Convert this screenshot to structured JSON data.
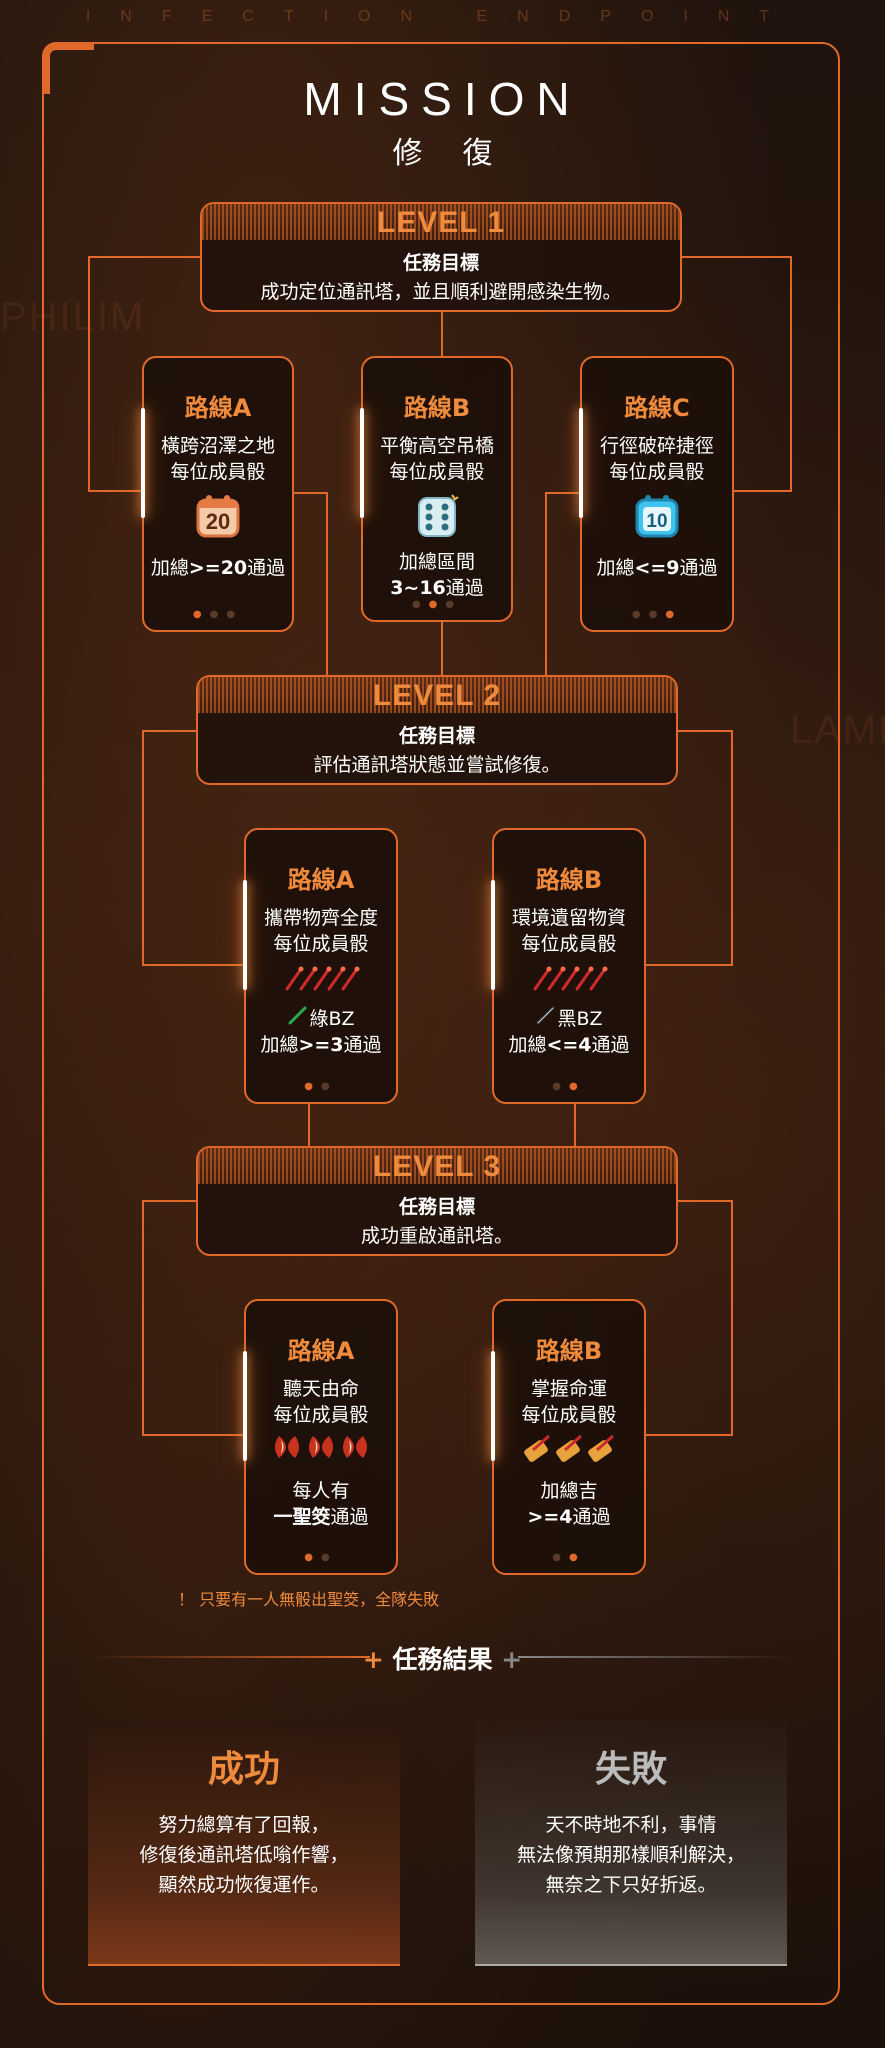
{
  "header": {
    "strip": "INFECTION ENDPOINT",
    "title": "MISSION",
    "subtitle": "修復",
    "bg_text_left": "PHILIM",
    "bg_text_right": "LAMBD"
  },
  "levels": [
    {
      "label": "LEVEL 1",
      "objective_heading": "任務目標",
      "objective": "成功定位通訊塔，並且順利避開感染生物。",
      "routes": [
        {
          "title": "路線A",
          "line1": "橫跨沼澤之地",
          "line2": "每位成員骰",
          "icon": "d20-dice-icon",
          "icon_text": "20",
          "sum_prefix": "加總",
          "sum_bold": ">=20",
          "sum_suffix": "通過"
        },
        {
          "title": "路線B",
          "line1": "平衡高空吊橋",
          "line2": "每位成員骰",
          "icon": "d6-dice-icon",
          "range_label": "加總區間",
          "range_bold": "3~16",
          "range_suffix": "通過"
        },
        {
          "title": "路線C",
          "line1": "行徑破碎捷徑",
          "line2": "每位成員骰",
          "icon": "d10-dice-icon",
          "icon_text": "10",
          "sum_prefix": "加總",
          "sum_bold": "<=9",
          "sum_suffix": "通過"
        }
      ]
    },
    {
      "label": "LEVEL 2",
      "objective_heading": "任務目標",
      "objective": "評估通訊塔狀態並嘗試修復。",
      "routes": [
        {
          "title": "路線A",
          "line1": "攜帶物齊全度",
          "line2": "每位成員骰",
          "icon": "red-sticks-icon",
          "stick_label": "綠BZ",
          "sum_prefix": "加總",
          "sum_bold": ">=3",
          "sum_suffix": "通過"
        },
        {
          "title": "路線B",
          "line1": "環境遺留物資",
          "line2": "每位成員骰",
          "icon": "red-sticks-icon",
          "stick_label": "黑BZ",
          "sum_prefix": "加總",
          "sum_bold": "<=4",
          "sum_suffix": "通過"
        }
      ]
    },
    {
      "label": "LEVEL 3",
      "objective_heading": "任務目標",
      "objective": "成功重啟通訊塔。",
      "routes": [
        {
          "title": "路線A",
          "line1": "聽天由命",
          "line2": "每位成員骰",
          "icon": "moon-blocks-icon",
          "end1": "每人有",
          "end_bold": "一聖筊",
          "end_suffix": "通過"
        },
        {
          "title": "路線B",
          "line1": "掌握命運",
          "line2": "每位成員骰",
          "icon": "fortune-sticks-icon",
          "end1": "加總吉",
          "end_bold": ">=4",
          "end_suffix": "通過"
        }
      ]
    }
  ],
  "warning": "！ 只要有一人無骰出聖筊，全隊失敗",
  "result": {
    "heading": "任務結果",
    "success": {
      "title": "成功",
      "lines": [
        "努力總算有了回報，",
        "修復後通訊塔低嗡作響，",
        "顯然成功恢復運作。"
      ]
    },
    "failure": {
      "title": "失敗",
      "lines": [
        "天不時地不利，事情",
        "無法像預期那樣順利解決，",
        "無奈之下只好折返。"
      ]
    }
  },
  "colors": {
    "accent": "#e0692a",
    "accent_text": "#f08a3c",
    "background": "#1f130d",
    "success_title": "#f08a3c",
    "failure_title": "#bbbbbb"
  }
}
